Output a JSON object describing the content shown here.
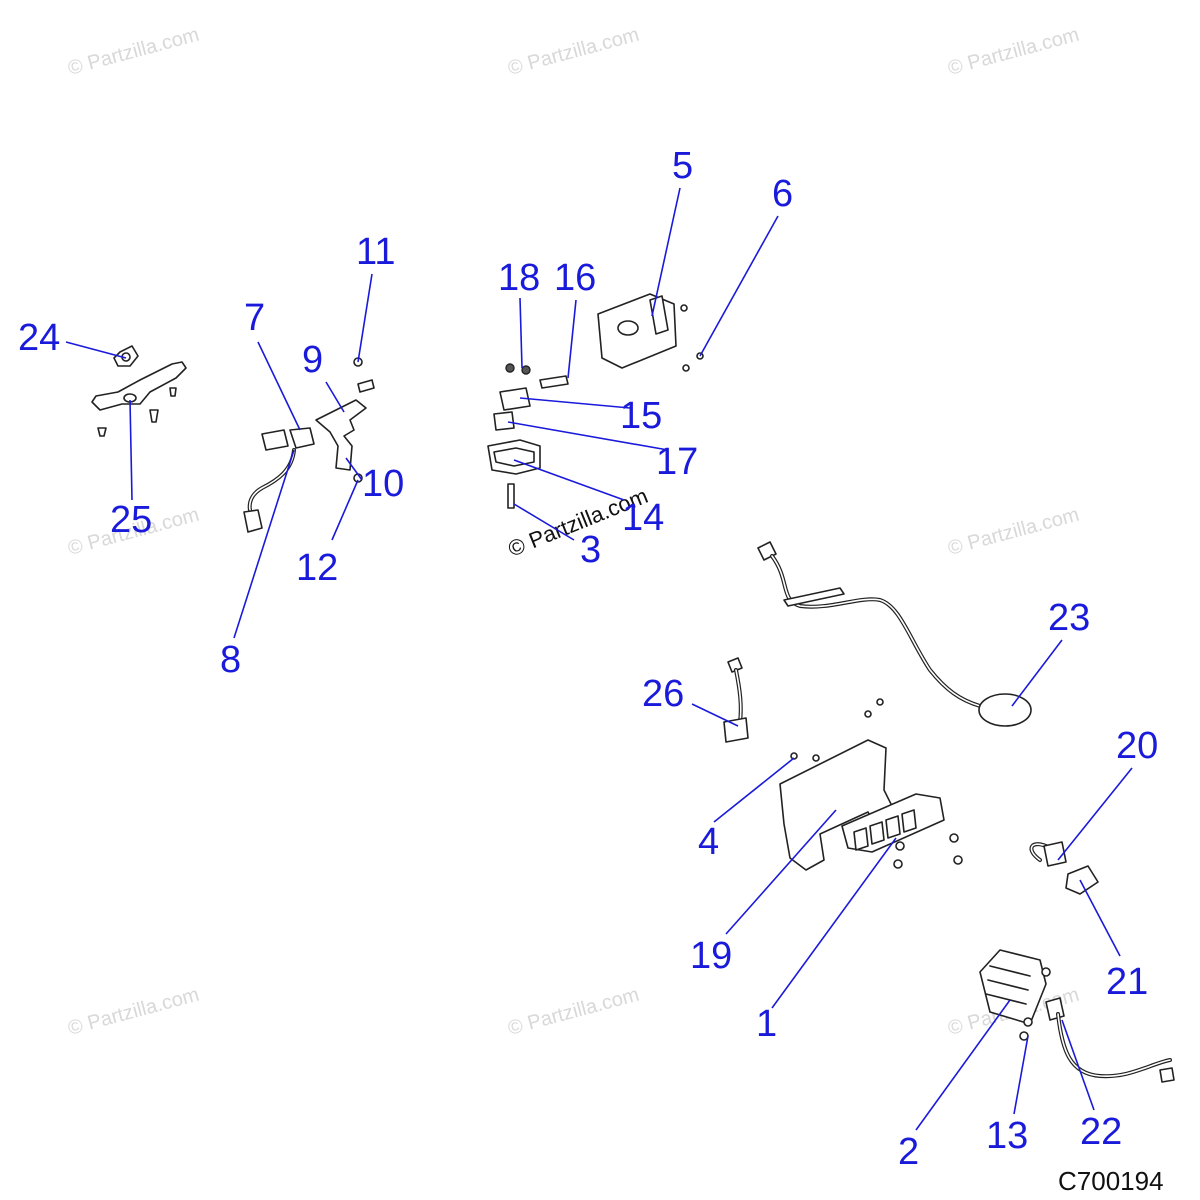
{
  "diagram_code": "C700194",
  "watermark_text": "© Partzilla.com",
  "center_watermark_text": "© Partzilla.com",
  "callouts": [
    {
      "id": "1",
      "label": "1"
    },
    {
      "id": "2",
      "label": "2"
    },
    {
      "id": "3",
      "label": "3"
    },
    {
      "id": "4",
      "label": "4"
    },
    {
      "id": "5",
      "label": "5"
    },
    {
      "id": "6",
      "label": "6"
    },
    {
      "id": "7",
      "label": "7"
    },
    {
      "id": "8",
      "label": "8"
    },
    {
      "id": "9",
      "label": "9"
    },
    {
      "id": "10",
      "label": "10"
    },
    {
      "id": "11",
      "label": "11"
    },
    {
      "id": "12",
      "label": "12"
    },
    {
      "id": "13",
      "label": "13"
    },
    {
      "id": "14",
      "label": "14"
    },
    {
      "id": "15",
      "label": "15"
    },
    {
      "id": "16",
      "label": "16"
    },
    {
      "id": "17",
      "label": "17"
    },
    {
      "id": "18",
      "label": "18"
    },
    {
      "id": "19",
      "label": "19"
    },
    {
      "id": "20",
      "label": "20"
    },
    {
      "id": "21",
      "label": "21"
    },
    {
      "id": "22",
      "label": "22"
    },
    {
      "id": "23",
      "label": "23"
    },
    {
      "id": "24",
      "label": "24"
    },
    {
      "id": "25",
      "label": "25"
    },
    {
      "id": "26",
      "label": "26"
    }
  ]
}
